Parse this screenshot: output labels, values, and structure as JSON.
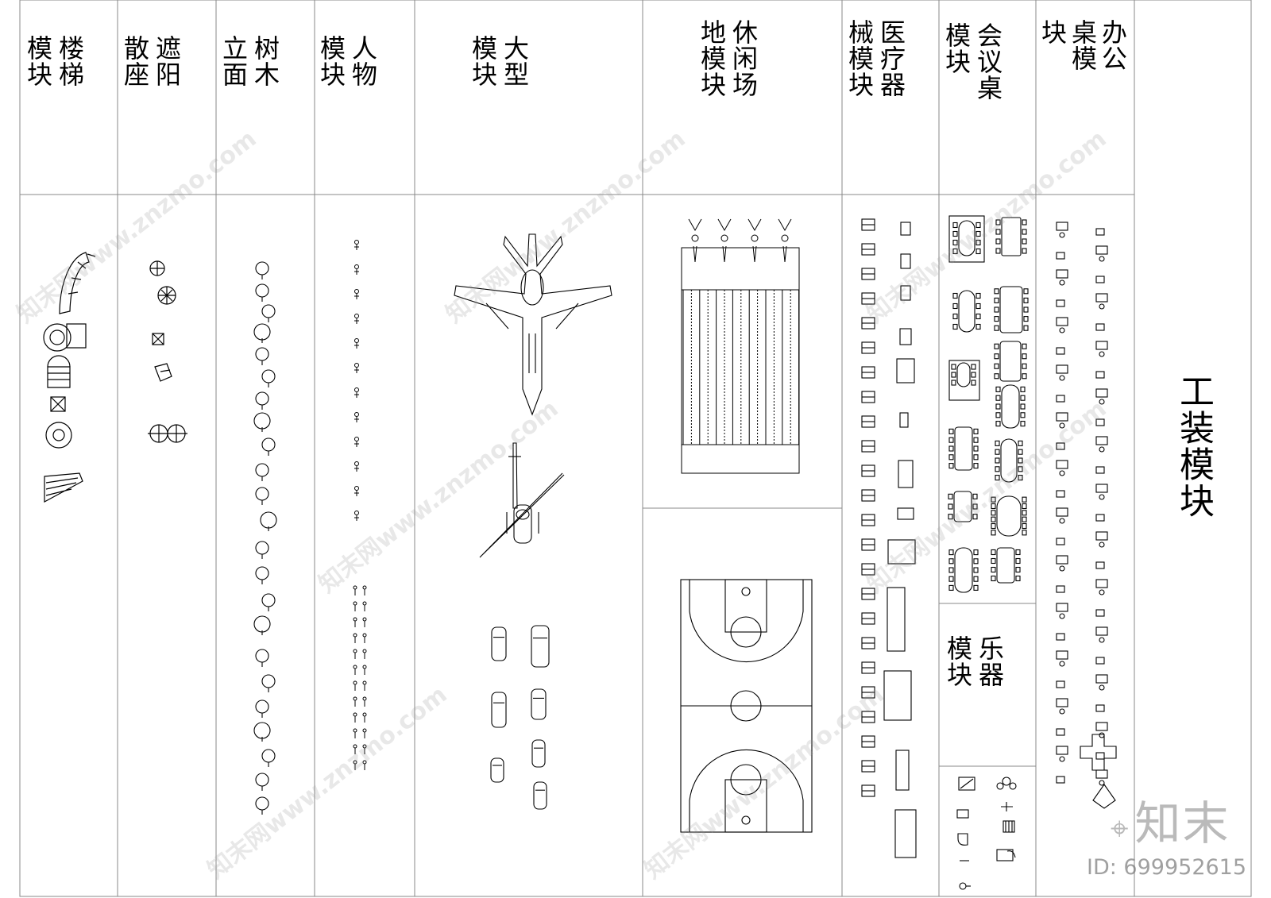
{
  "sheet_title": "工装模块",
  "columns": [
    {
      "id": "stairs",
      "lines": [
        "楼梯",
        "模块"
      ]
    },
    {
      "id": "sunshade",
      "lines": [
        "遮阳",
        "散座"
      ]
    },
    {
      "id": "tree-elevation",
      "lines": [
        "树木",
        "立面"
      ]
    },
    {
      "id": "people",
      "lines": [
        "人物",
        "模块"
      ]
    },
    {
      "id": "large",
      "lines": [
        "大型",
        "模块"
      ]
    },
    {
      "id": "leisure",
      "lines": [
        "休闲场",
        "地模块"
      ]
    },
    {
      "id": "medical",
      "lines": [
        "医疗器",
        "械模块"
      ]
    },
    {
      "id": "meeting",
      "lines": [
        "会议桌",
        "模块"
      ]
    },
    {
      "id": "office",
      "lines": [
        "办公",
        "桌模",
        "块"
      ]
    },
    {
      "id": "instrument",
      "lines": [
        "乐器",
        "模块"
      ]
    }
  ],
  "watermark": {
    "site": "知末网www.znzmo.com",
    "logo_mark": "⌖",
    "logo": "知末",
    "id": "ID: 699952615"
  },
  "colors": {
    "line": "#000000",
    "grid": "#888888",
    "watermark": "#999999"
  }
}
